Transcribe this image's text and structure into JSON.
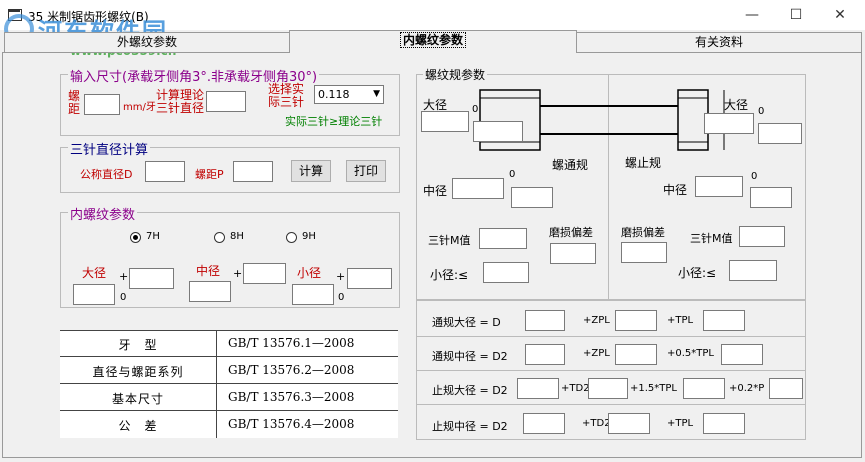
{
  "window": {
    "title": "35 米制锯齿形螺纹(B)",
    "minimize": "—",
    "maximize": "☐",
    "close": "✕"
  },
  "watermark": {
    "line1": "河东软件园",
    "line2": "www.pc0359.cn"
  },
  "tabs": [
    {
      "label": "外螺纹参数"
    },
    {
      "label": "内螺纹参数"
    },
    {
      "label": "有关资料"
    }
  ],
  "input_group": {
    "title": "输入尺寸(承载牙侧角3°.非承载牙侧角30°)",
    "pitch_label": "螺距",
    "pitch_unit": "mm/牙",
    "calc_wire_label": "计算理论三针直径",
    "select_wire_label": "选择实际三针",
    "select_value": "0.118",
    "note": "实际三针≥理论三针"
  },
  "three_wire_group": {
    "title": "三针直径计算",
    "nominal_label": "公称直径D",
    "pitch_label": "螺距P",
    "calc_button": "计算",
    "print_button": "打印"
  },
  "internal_group": {
    "title": "内螺纹参数",
    "options": [
      {
        "label": "7H",
        "selected": true
      },
      {
        "label": "8H",
        "selected": false
      },
      {
        "label": "9H",
        "selected": false
      }
    ],
    "major_label": "大径",
    "pitch_dia_label": "中径",
    "minor_label": "小径",
    "plus": "+",
    "zero": "0"
  },
  "standards": [
    {
      "name": "牙　型",
      "code": "GB/T 13576.1—2008"
    },
    {
      "name": "直径与螺距系列",
      "code": "GB/T 13576.2—2008"
    },
    {
      "name": "基本尺寸",
      "code": "GB/T 13576.3—2008"
    },
    {
      "name": "公　差",
      "code": "GB/T 13576.4—2008"
    }
  ],
  "gauge_group": {
    "title": "螺纹规参数",
    "major_label": "大径",
    "zero": "0",
    "go_label": "螺通规",
    "nogo_label": "螺止规",
    "pitch_dia_label": "中径",
    "wire_m_label": "三针M值",
    "wear_label": "磨损偏差",
    "minor_label": "小径:≤"
  },
  "formulas": [
    {
      "label": "通规大径 = D",
      "terms": [
        "+ZPL",
        "+TPL"
      ]
    },
    {
      "label": "通规中径 = D2",
      "terms": [
        "+ZPL",
        "+0.5*TPL"
      ]
    },
    {
      "label": "止规大径 = D2",
      "terms": [
        "+TD2",
        "+1.5*TPL",
        "+0.2*P"
      ]
    },
    {
      "label": "止规中径 = D2",
      "terms": [
        "+TD2",
        "+TPL"
      ]
    }
  ],
  "colors": {
    "accent_purple": "#8b008b",
    "label_red": "#c00000",
    "note_green": "#008000",
    "title_navy": "#000080"
  }
}
